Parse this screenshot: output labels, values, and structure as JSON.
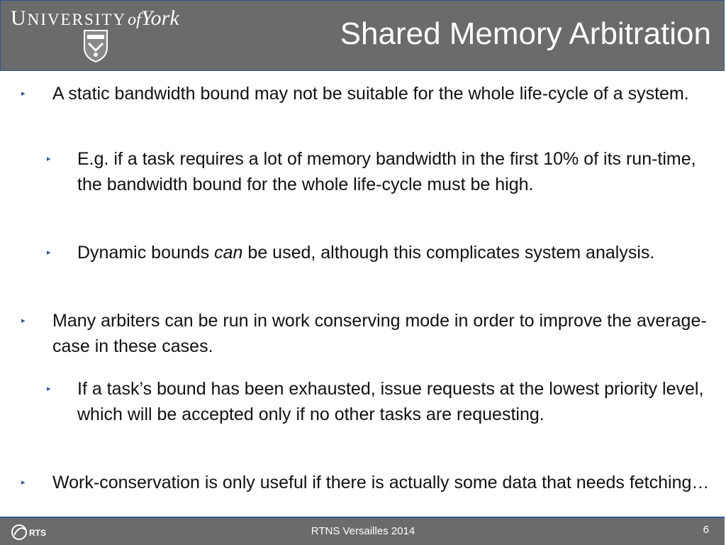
{
  "header": {
    "logo": {
      "university_cap": "U",
      "university_rest": "NIVERSITY",
      "of": "of",
      "york": "York"
    },
    "title": "Shared Memory Arbitration"
  },
  "bullets": [
    {
      "level": 1,
      "text": "A static bandwidth bound may not be suitable for the whole life-cycle of a system."
    },
    {
      "level": 2,
      "text": "E.g. if a task requires a lot of memory bandwidth in the first 10% of its run-time, the bandwidth bound for the whole life-cycle must be high."
    },
    {
      "level": 2,
      "pre": "Dynamic bounds ",
      "em": "can",
      "post": " be used, although this complicates system analysis."
    },
    {
      "level": 1,
      "text": "Many arbiters can be run in work conserving mode in order to improve the average-case in these cases."
    },
    {
      "level": 2,
      "text": "If a task’s bound has been exhausted, issue requests at the lowest priority level, which will be accepted only if no other tasks are requesting."
    },
    {
      "level": 1,
      "text": "Work-conservation is only useful if there is actually some data that needs fetching…"
    }
  ],
  "footer": {
    "logo_text": "RTS",
    "text": "RTNS Versailles 2014",
    "page": "6"
  },
  "icons": {
    "bullet": "triangle-right-icon",
    "crest": "york-crest-icon"
  }
}
